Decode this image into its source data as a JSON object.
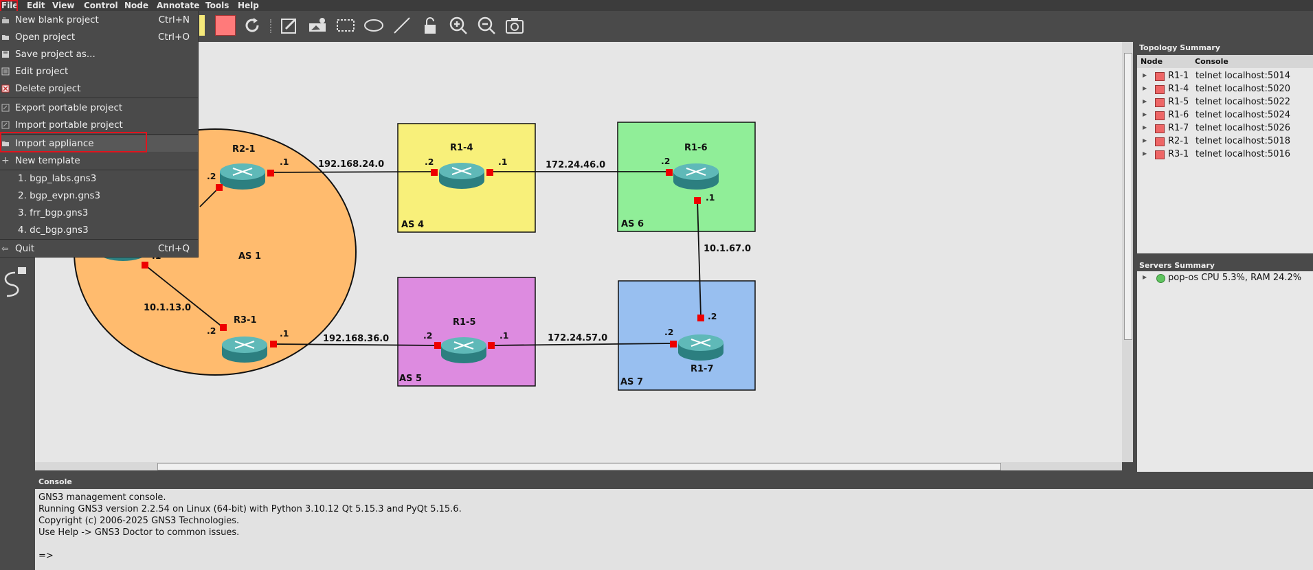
{
  "menubar": {
    "items": [
      "File",
      "Edit",
      "View",
      "Control",
      "Node",
      "Annotate",
      "Tools",
      "Help"
    ]
  },
  "file_menu": {
    "items": [
      {
        "label": "New blank project",
        "shortcut": "Ctrl+N"
      },
      {
        "label": "Open project",
        "shortcut": "Ctrl+O"
      },
      {
        "label": "Save project as...",
        "shortcut": ""
      },
      {
        "label": "Edit project",
        "shortcut": ""
      },
      {
        "label": "Delete project",
        "shortcut": ""
      },
      {
        "label": "Export portable project",
        "shortcut": ""
      },
      {
        "label": "Import portable project",
        "shortcut": ""
      },
      {
        "label": "Import appliance",
        "shortcut": ""
      },
      {
        "label": "New template",
        "shortcut": ""
      },
      {
        "label": "1. bgp_labs.gns3",
        "shortcut": ""
      },
      {
        "label": "2. bgp_evpn.gns3",
        "shortcut": ""
      },
      {
        "label": "3. frr_bgp.gns3",
        "shortcut": ""
      },
      {
        "label": "4. dc_bgp.gns3",
        "shortcut": ""
      },
      {
        "label": "Quit",
        "shortcut": "Ctrl+Q"
      }
    ]
  },
  "topology": {
    "areas": {
      "as1": "AS 1",
      "as4": "AS 4",
      "as5": "AS 5",
      "as6": "AS 6",
      "as7": "AS 7"
    },
    "nodes": {
      "r2_1": "R2-1",
      "r3_1": "R3-1",
      "r1_4": "R1-4",
      "r1_5": "R1-5",
      "r1_6": "R1-6",
      "r1_7": "R1-7"
    },
    "links": {
      "n1": "192.168.24.0",
      "n2": "172.24.46.0",
      "n3": "10.1.67.0",
      "n4": "192.168.36.0",
      "n5": "172.24.57.0",
      "n6": "10.1.13.0"
    },
    "if": {
      ".1": ".1",
      ".2": ".2"
    }
  },
  "topology_summary": {
    "title": "Topology Summary",
    "columns": [
      "Node",
      "Console"
    ],
    "rows": [
      {
        "node": "R1-1",
        "console": "telnet localhost:5014"
      },
      {
        "node": "R1-4",
        "console": "telnet localhost:5020"
      },
      {
        "node": "R1-5",
        "console": "telnet localhost:5022"
      },
      {
        "node": "R1-6",
        "console": "telnet localhost:5024"
      },
      {
        "node": "R1-7",
        "console": "telnet localhost:5026"
      },
      {
        "node": "R2-1",
        "console": "telnet localhost:5018"
      },
      {
        "node": "R3-1",
        "console": "telnet localhost:5016"
      }
    ]
  },
  "servers_summary": {
    "title": "Servers Summary",
    "server": "pop-os CPU 5.3%, RAM 24.2%"
  },
  "console": {
    "title": "Console",
    "lines": [
      "GNS3 management console.",
      "Running GNS3 version 2.2.54 on Linux (64-bit) with Python 3.10.12 Qt 5.15.3 and PyQt 5.15.6.",
      "Copyright (c) 2006-2025 GNS3 Technologies.",
      "Use Help -> GNS3 Doctor to common issues.",
      "",
      "=>"
    ]
  },
  "colors": {
    "as1": "#ffbb6e",
    "as4": "#f8f07a",
    "as5": "#dd8be0",
    "as6": "#90ee98",
    "as7": "#98bff0",
    "port": "#ee0000",
    "highlight": "#e0141e"
  }
}
